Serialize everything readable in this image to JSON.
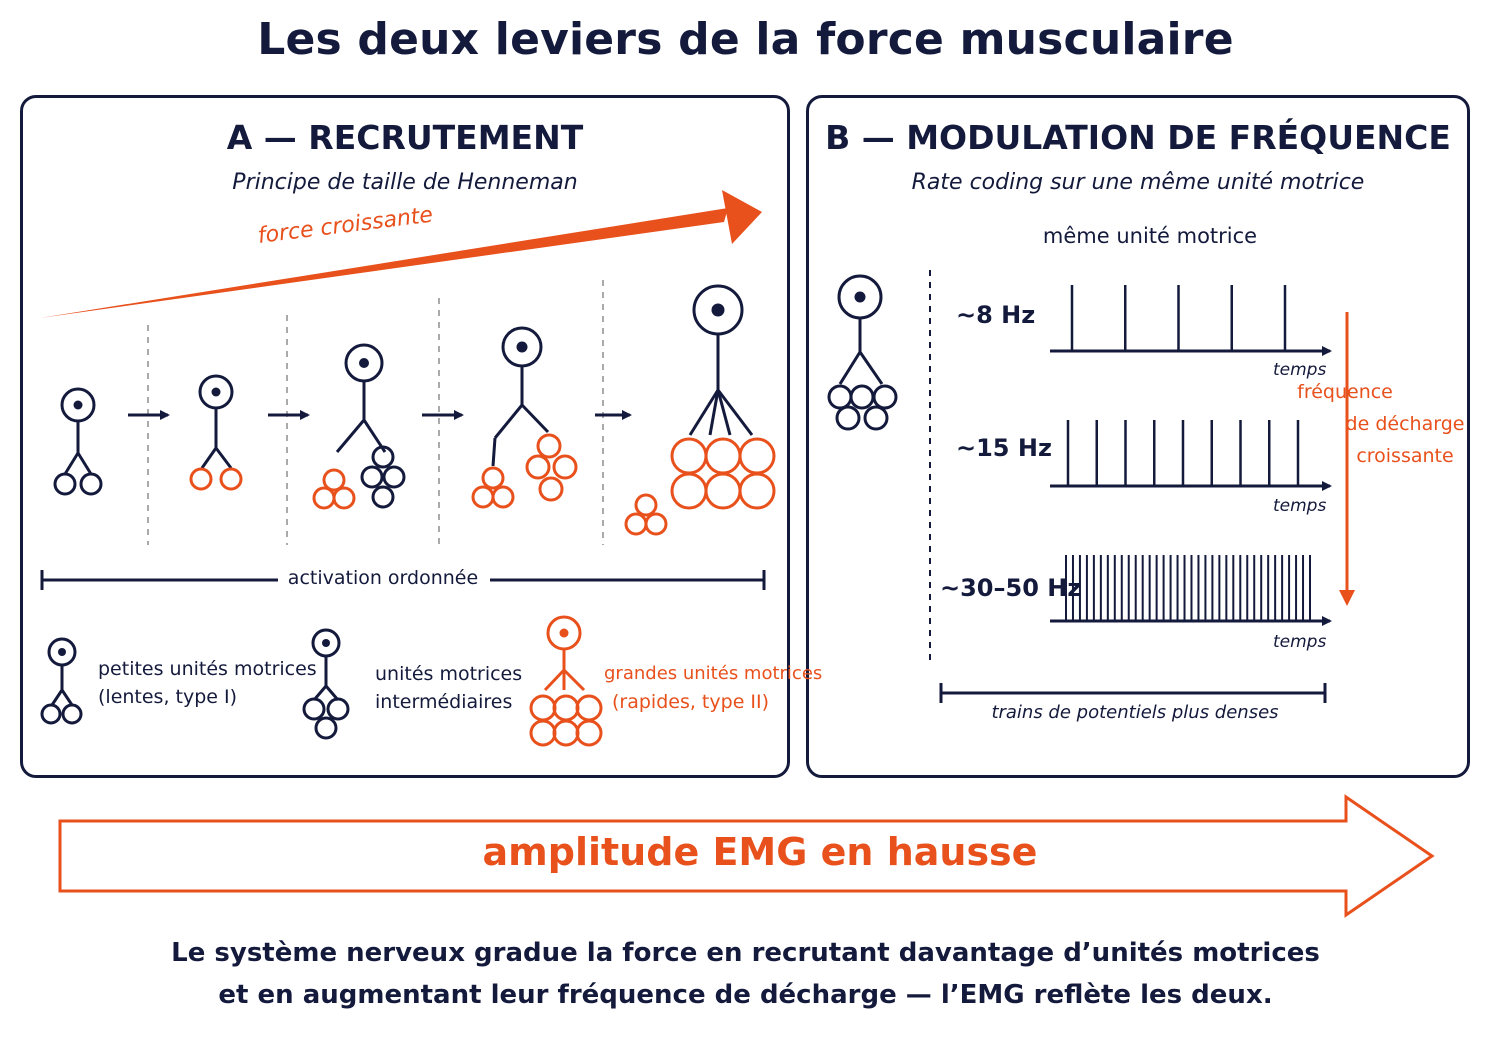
{
  "title": "Les deux leviers de la force musculaire",
  "panel_a": {
    "title": "A — RECRUTEMENT",
    "subtitle": "Principe de taille de Henneman",
    "arrow_label": "force croissante",
    "activation_label": "activation ordonnée",
    "legend": {
      "small_line1": "petites unités motrices",
      "small_line2": "(lentes, type I)",
      "mid_line1": "unités motrices",
      "mid_line2": "intermédiaires",
      "large_line1": "grandes unités motrices",
      "large_line2": "(rapides, type II)"
    }
  },
  "panel_b": {
    "title": "B — MODULATION DE FRÉQUENCE",
    "subtitle": "Rate coding sur une même unité motrice",
    "unit_label": "même unité motrice",
    "trains": [
      {
        "label": "~8 Hz",
        "spikes": 5,
        "axis": "temps"
      },
      {
        "label": "~15 Hz",
        "spikes": 9,
        "axis": "temps"
      },
      {
        "label": "~30–50 Hz",
        "spikes": 36,
        "axis": "temps"
      }
    ],
    "side_line1": "fréquence",
    "side_line2": "de décharge",
    "side_line3": "croissante",
    "bracket_label": "trains de potentiels plus denses"
  },
  "emg_label": "amplitude EMG en hausse",
  "footer_line1": "Le système nerveux gradue la force en recrutant davantage d’unités motrices",
  "footer_line2": "et en augmentant leur fréquence de décharge — l’EMG reflète les deux.",
  "colors": {
    "navy": "#141a3c",
    "orange": "#e8501c"
  }
}
